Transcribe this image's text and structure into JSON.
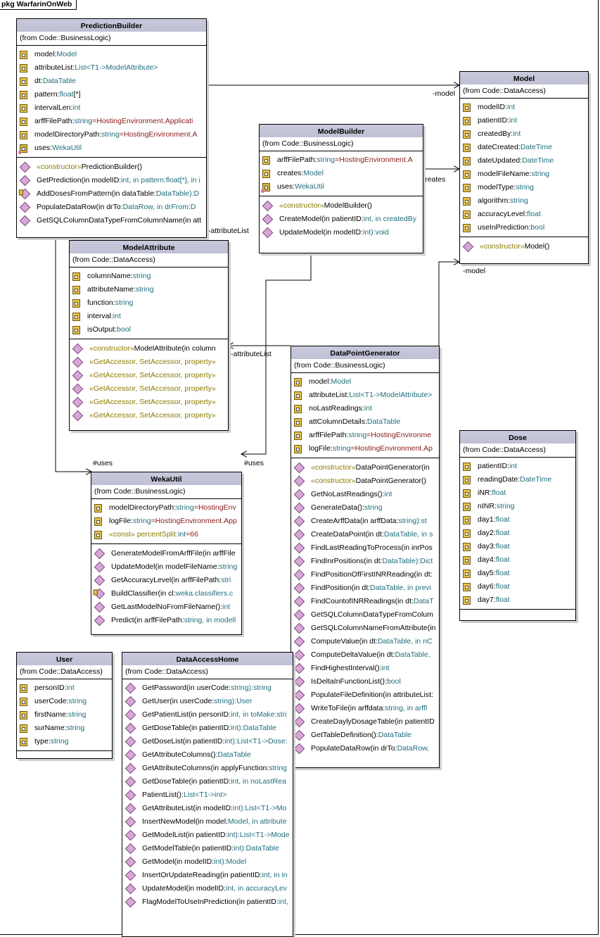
{
  "package": {
    "name": "pkg WarfarinOnWeb"
  },
  "links": {
    "pb_model": "-model",
    "mb_creates": "#creates",
    "pb_attr": "-attributeList",
    "dpg_attr": "-attributeList",
    "dpg_model": "-model",
    "pb_uses": "#uses",
    "mb_uses": "#uses"
  },
  "classes": {
    "PredictionBuilder": {
      "name": "PredictionBuilder",
      "from": "(from Code::BusinessLogic)",
      "attributes": [
        [
          "model:",
          "Model",
          ""
        ],
        [
          "attributeList:",
          "List<T1->ModelAttribute>",
          ""
        ],
        [
          "dt:",
          "DataTable",
          ""
        ],
        [
          "pattern:",
          "float",
          "[*]"
        ],
        [
          "intervalLen:",
          "int",
          ""
        ],
        [
          "arffFilePath:",
          "string",
          "=HostingEnvironment.Applicati"
        ],
        [
          "modelDirectoryPath:",
          "string",
          "=HostingEnvironment.A"
        ],
        [
          "uses:",
          "WekaUtil",
          ""
        ]
      ],
      "operations": [
        [
          "«constructor» ",
          "PredictionBuilder()",
          ""
        ],
        [
          "",
          "GetPrediction(in modelID:",
          "int, in pattern:float[*], in i"
        ],
        [
          "",
          "AddDosesFromPattern(in dataTable:",
          "DataTable):D"
        ],
        [
          "",
          "PopulateDataRow(in drTo:",
          "DataRow, in drFrom:D"
        ],
        [
          "",
          "GetSQLColumnDataTypeFromColumnName(in att",
          ""
        ]
      ]
    },
    "Model": {
      "name": "Model",
      "from": "(from Code::DataAccess)",
      "attributes": [
        [
          "modelID:",
          "int",
          ""
        ],
        [
          "patientID:",
          "int",
          ""
        ],
        [
          "createdBy:",
          "int",
          ""
        ],
        [
          "dateCreated:",
          "DateTime",
          ""
        ],
        [
          "dateUpdated:",
          "DateTime",
          ""
        ],
        [
          "modelFileName:",
          "string",
          ""
        ],
        [
          "modelType:",
          "string",
          ""
        ],
        [
          "algorithm:",
          "string",
          ""
        ],
        [
          "accuracyLevel:",
          "float",
          ""
        ],
        [
          "useInPrediction:",
          "bool",
          ""
        ]
      ],
      "operations": [
        [
          "«constructor» ",
          "Model()",
          ""
        ]
      ]
    },
    "ModelBuilder": {
      "name": "ModelBuilder",
      "from": "(from Code::BusinessLogic)",
      "attributes": [
        [
          "arffFilePath:",
          "string",
          "=HostingEnvironment.A"
        ],
        [
          "creates:",
          "Model",
          ""
        ],
        [
          "uses:",
          "WekaUtil",
          ""
        ]
      ],
      "operations": [
        [
          "«constructor» ",
          "ModelBuilder()",
          ""
        ],
        [
          "",
          "CreateModel(in patientID:",
          "int, in createdBy"
        ],
        [
          "",
          "UpdateModel(in modelID:",
          "int):void"
        ]
      ]
    },
    "ModelAttribute": {
      "name": "ModelAttribute",
      "from": "(from Code::DataAccess)",
      "attributes": [
        [
          "columnName:",
          "string",
          ""
        ],
        [
          "attributeName:",
          "string",
          ""
        ],
        [
          "function:",
          "string",
          ""
        ],
        [
          "interval:",
          "int",
          ""
        ],
        [
          "isOutput:",
          "bool",
          ""
        ]
      ],
      "operations": [
        [
          "«constructor» ",
          "ModelAttribute(in column",
          ""
        ],
        [
          "«GetAccessor, SetAccessor, property»",
          "",
          ""
        ],
        [
          "«GetAccessor, SetAccessor, property»",
          "",
          ""
        ],
        [
          "«GetAccessor, SetAccessor, property»",
          "",
          ""
        ],
        [
          "«GetAccessor, SetAccessor, property»",
          "",
          ""
        ],
        [
          "«GetAccessor, SetAccessor, property»",
          "",
          ""
        ]
      ]
    },
    "DataPointGenerator": {
      "name": "DataPointGenerator",
      "from": "(from Code::BusinessLogic)",
      "attributes": [
        [
          "model:",
          "Model",
          ""
        ],
        [
          "attributeList:",
          "List<T1->ModelAttribute>",
          ""
        ],
        [
          "noLastReadings:",
          "int",
          ""
        ],
        [
          "attColumnDetails:",
          "DataTable",
          ""
        ],
        [
          "arffFilePath:",
          "string",
          "=HostingEnvironme"
        ],
        [
          "logFile:",
          "string",
          "=HostingEnvironment.Ap"
        ]
      ],
      "operations": [
        [
          "«constructor» ",
          "DataPointGenerator(in",
          ""
        ],
        [
          "«constructor» ",
          "DataPointGenerator()",
          ""
        ],
        [
          "",
          "GetNoLastReadings():",
          "int"
        ],
        [
          "",
          "GenerateData():",
          "string"
        ],
        [
          "",
          "CreateArffData(in arffData:",
          "string):st"
        ],
        [
          "",
          "CreateDataPoint(in dt:",
          "DataTable, in s"
        ],
        [
          "",
          "FindLastReadingToProcess(in inrPos",
          ""
        ],
        [
          "",
          "FindInrPositions(in dt:",
          "DataTable):Dict"
        ],
        [
          "",
          "FindPositionOfFirstINRReading(in dt:",
          ""
        ],
        [
          "",
          "FindPosition(in dt:",
          "DataTable, in previ"
        ],
        [
          "",
          "FindCountofINRReadings(in dt:",
          "DataT"
        ],
        [
          "",
          "GetSQLColumnDataTypeFromColum",
          ""
        ],
        [
          "",
          "GetSQLColumnNameFromAttribute(in",
          ""
        ],
        [
          "",
          "ComputeValue(in dt:",
          "DataTable, in nC"
        ],
        [
          "",
          "ComputeDeltaValue(in dt:",
          "DataTable,"
        ],
        [
          "",
          "FindHighestInterval():",
          "int"
        ],
        [
          "",
          "IsDeltaInFunctionList():",
          "bool"
        ],
        [
          "",
          "PopulateFileDefinition(in attributeList:",
          ""
        ],
        [
          "",
          "WriteToFile(in arffdata:",
          "string, in arffl"
        ],
        [
          "",
          "CreateDaylyDosageTable(in patientID",
          ""
        ],
        [
          "",
          "GetTableDefinition():",
          "DataTable"
        ],
        [
          "",
          "PopulateDataRow(in drTo:",
          "DataRow,"
        ]
      ]
    },
    "WekaUtil": {
      "name": "WekaUtil",
      "from": "(from Code::BusinessLogic)",
      "attributes": [
        [
          "modelDirectoryPath:",
          "string",
          "=HostingEnv"
        ],
        [
          "logFile:",
          "string",
          "=HostingEnvironment.App"
        ],
        [
          "«const» percentSplit:",
          "int",
          "=66"
        ]
      ],
      "operations": [
        [
          "",
          "GenerateModelFromArffFile(in arffFile",
          ""
        ],
        [
          "",
          "UpdateModel(in modelFileName:",
          "string"
        ],
        [
          "",
          "GetAccuracyLevel(in arffFilePath:",
          "stri"
        ],
        [
          "",
          "BuildClassifier(in cl:",
          "weka.classifiers.c"
        ],
        [
          "",
          "GetLastModelNoFromFileName():",
          "int"
        ],
        [
          "",
          "Predict(in arffFilePath:",
          "string, in modell"
        ]
      ]
    },
    "Dose": {
      "name": "Dose",
      "from": "(from Code::DataAccess)",
      "attributes": [
        [
          "patientID:",
          "int",
          ""
        ],
        [
          "readingDate:",
          "DateTime",
          ""
        ],
        [
          "iNR:",
          "float",
          ""
        ],
        [
          "nINR:",
          "string",
          ""
        ],
        [
          "day1:",
          "float",
          ""
        ],
        [
          "day2:",
          "float",
          ""
        ],
        [
          "day3:",
          "float",
          ""
        ],
        [
          "day4:",
          "float",
          ""
        ],
        [
          "day5:",
          "float",
          ""
        ],
        [
          "day6:",
          "float",
          ""
        ],
        [
          "day7:",
          "float",
          ""
        ]
      ],
      "operations": []
    },
    "User": {
      "name": "User",
      "from": "(from Code::DataAccess)",
      "attributes": [
        [
          "personID:",
          "int",
          ""
        ],
        [
          "userCode:",
          "string",
          ""
        ],
        [
          "firstName:",
          "string",
          ""
        ],
        [
          "surName:",
          "string",
          ""
        ],
        [
          "type:",
          "string",
          ""
        ]
      ],
      "operations": []
    },
    "DataAccessHome": {
      "name": "DataAccessHome",
      "from": "(from Code::DataAccess)",
      "attributes": [],
      "operations": [
        [
          "",
          "GetPassword(in userCode:",
          "string):string"
        ],
        [
          "",
          "GetUser(in userCode:",
          "string):User"
        ],
        [
          "",
          "GetPatientList(in personID:",
          "int, in toMake:stri"
        ],
        [
          "",
          "GetDoseTable(in patientID:",
          "int):DataTable"
        ],
        [
          "",
          "GetDoseList(in patientID:",
          "int):List<T1->Dose:"
        ],
        [
          "",
          "GetAttributeColumns():",
          "DataTable"
        ],
        [
          "",
          "GetAttributeColumns(in applyFunction:",
          "string"
        ],
        [
          "",
          "GetDoseTable(in patientID:",
          "int, in noLastRea"
        ],
        [
          "",
          "PatientList():",
          "List<T1->int>"
        ],
        [
          "",
          "GetAttributeList(in modelID:",
          "int):List<T1->Mo"
        ],
        [
          "",
          "InsertNewModel(in model:",
          "Model, in attribute"
        ],
        [
          "",
          "GetModelList(in patientID:",
          "int):List<T1->Mode"
        ],
        [
          "",
          "GetModelTable(in patientID:",
          "int):DataTable"
        ],
        [
          "",
          "GetModel(in modelID:",
          "int):Model"
        ],
        [
          "",
          "InsertOrUpdateReading(in patientID:",
          "int, in in"
        ],
        [
          "",
          "UpdateModel(in modelID:",
          "int, in accuracyLev"
        ],
        [
          "",
          "FlagModelToUseInPrediction(in patientID:",
          "int,"
        ]
      ]
    }
  }
}
